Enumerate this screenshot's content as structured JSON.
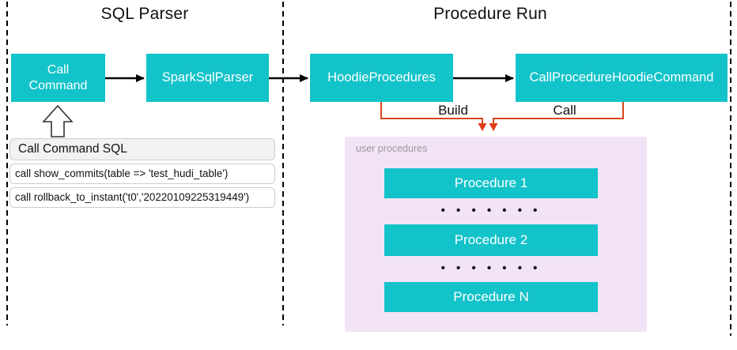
{
  "titles": {
    "sql_parser": "SQL Parser",
    "procedure_run": "Procedure Run"
  },
  "nodes": {
    "call_command": "Call Command",
    "spark_sql_parser": "SparkSqlParser",
    "hoodie_procedures": "HoodieProcedures",
    "call_procedure_hoodie_command": "CallProcedureHoodieCommand"
  },
  "edge_labels": {
    "build": "Build",
    "call": "Call"
  },
  "sql_panel": {
    "header": "Call Command SQL",
    "rows": [
      "call show_commits(table => 'test_hudi_table')",
      "call rollback_to_instant('t0','20220109225319449')"
    ]
  },
  "user_procedures": {
    "label": "user procedures",
    "items": [
      "Procedure 1",
      "Procedure 2",
      "Procedure N"
    ],
    "dots": "• • • • • • •"
  },
  "colors": {
    "node_fill": "#12c3c9",
    "connector_orange": "#d9481e",
    "arrowhead_red": "#e23b18",
    "panel_lavender": "#f3e3f7",
    "label_gray": "#999999",
    "flow_arrow_black": "#000000"
  }
}
